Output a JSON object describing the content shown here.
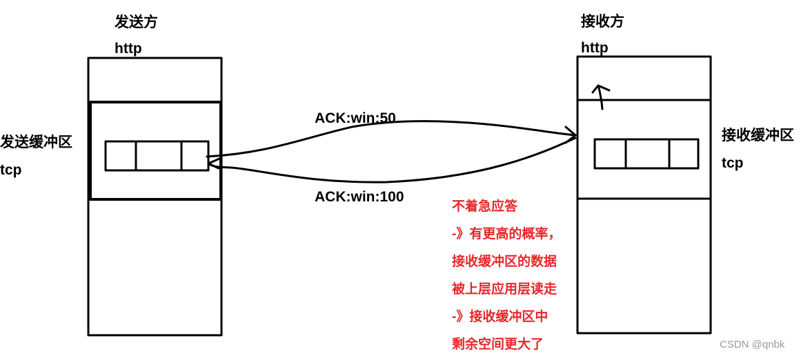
{
  "sender": {
    "title": "发送方",
    "app_layer": "http",
    "buffer_label": "发送缓冲区",
    "transport_layer": "tcp"
  },
  "receiver": {
    "title": "接收方",
    "app_layer": "http",
    "buffer_label": "接收缓冲区",
    "transport_layer": "tcp"
  },
  "arrows": {
    "top_ack": "ACK:win:50",
    "bottom_ack": "ACK:win:100"
  },
  "note": {
    "lines": [
      "不着急应答",
      "-》有更高的概率，",
      "接收缓冲区的数据",
      "被上层应用层读走",
      "-》接收缓冲区中",
      "剩余空间更大了"
    ],
    "color": "#e8262a"
  },
  "watermark": "CSDN @qnbk"
}
